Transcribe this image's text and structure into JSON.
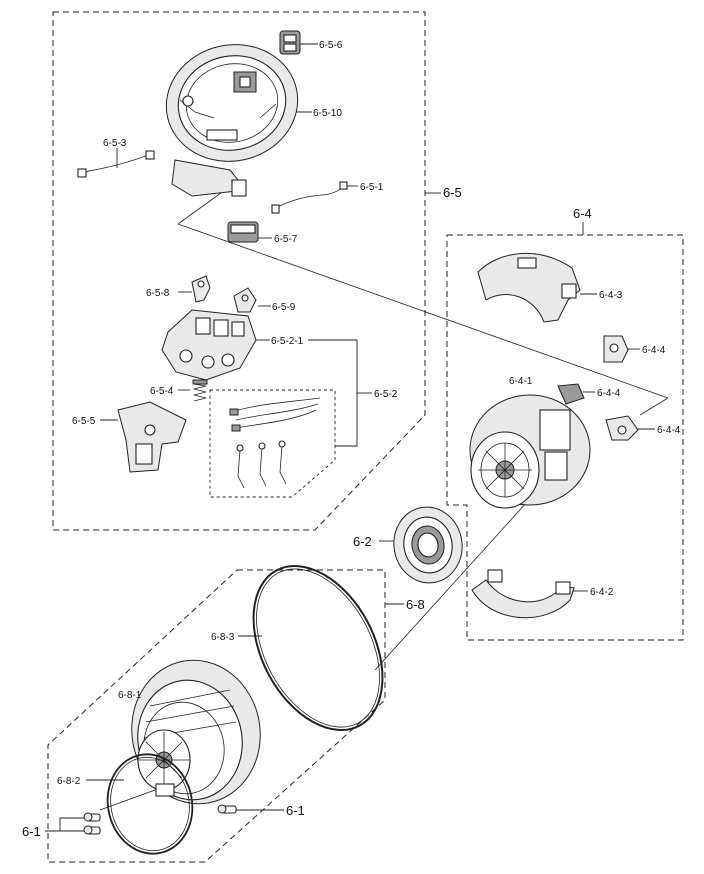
{
  "labels": {
    "l_6_5_6": "6-5-6",
    "l_6_5_10": "6-5-10",
    "l_6_5_3": "6-5-3",
    "l_6_5_1": "6-5-1",
    "l_6_5": "6-5",
    "l_6_5_7": "6-5-7",
    "l_6_5_8": "6-5-8",
    "l_6_5_9": "6-5-9",
    "l_6_5_2_1": "6-5-2-1",
    "l_6_5_4": "6-5-4",
    "l_6_5_2": "6-5-2",
    "l_6_5_5": "6-5-5",
    "l_6_4": "6-4",
    "l_6_4_3": "6-4-3",
    "l_6_4_4a": "6-4-4",
    "l_6_4_1": "6-4-1",
    "l_6_4_4b": "6-4-4",
    "l_6_4_4c": "6-4-4",
    "l_6_2": "6-2",
    "l_6_4_2": "6-4-2",
    "l_6_8": "6-8",
    "l_6_8_3": "6-8-3",
    "l_6_8_1": "6-8-1",
    "l_6_8_2": "6-8-2",
    "l_6_1a": "6-1",
    "l_6_1b": "6-1"
  }
}
